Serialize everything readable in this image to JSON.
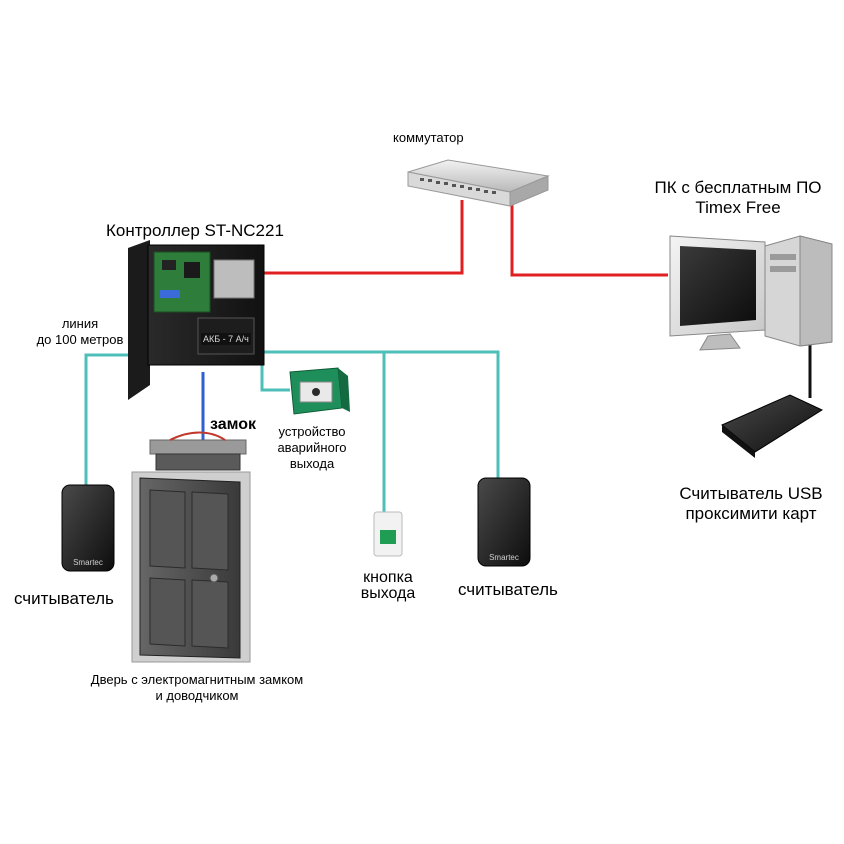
{
  "switch_label": "коммутатор",
  "pc_label": {
    "line1": "ПК с бесплатным ПО",
    "line2": "Timex Free"
  },
  "controller_label": "Контроллер ST-NC221",
  "battery_label": "АКБ - 7 А/ч",
  "line_label": {
    "line1": "линия",
    "line2": "до 100 метров"
  },
  "lock_label": "замок",
  "emergency_label": {
    "line1": "устройство",
    "line2": "аварийного",
    "line3": "выхода"
  },
  "exit_button_label": {
    "line1": "кнопка",
    "line2": "выхода"
  },
  "reader_left_label": "считыватель",
  "reader_right_label": "считыватель",
  "reader_brand": "Smartec",
  "usb_reader_label": {
    "line1": "Считыватель USB",
    "line2": "проксимити карт"
  },
  "door_label": {
    "line1": "Дверь с электромагнитным замком",
    "line2": "и доводчиком"
  },
  "colors": {
    "ethernet": "#e02020",
    "reader_line": "#4dbfb8",
    "lock_line": "#2f5fd0",
    "usb_line": "#111111"
  }
}
